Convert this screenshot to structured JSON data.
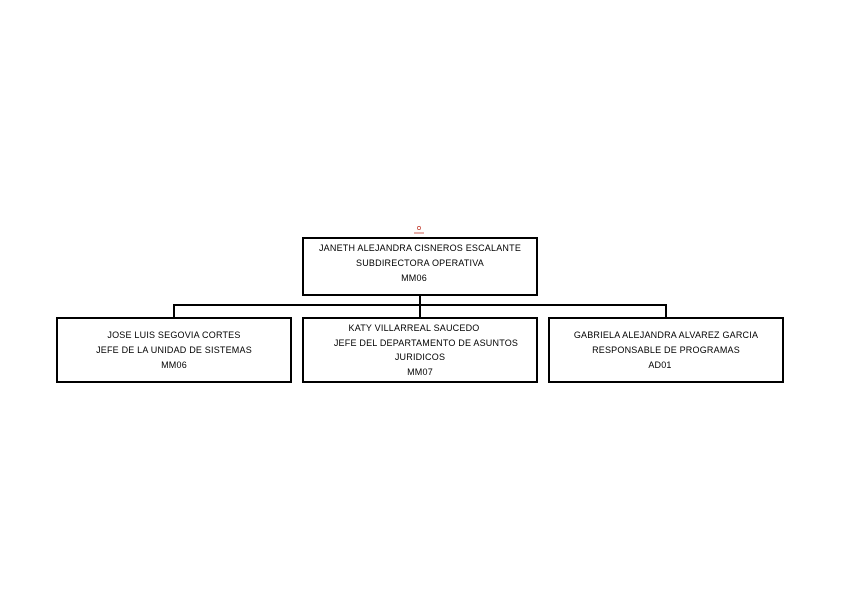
{
  "org_chart": {
    "root": {
      "name": "JANETH ALEJANDRA CISNEROS ESCALANTE",
      "position": "SUBDIRECTORA OPERATIVA",
      "level": "MM06"
    },
    "children": [
      {
        "name": "JOSE LUIS SEGOVIA CORTES",
        "position": "JEFE DE LA UNIDAD DE SISTEMAS",
        "level": "MM06"
      },
      {
        "name": "KATY VILLARREAL SAUCEDO",
        "position_line1": "JEFE DEL DEPARTAMENTO DE ASUNTOS",
        "position_line2": "JURIDICOS",
        "level": "MM07"
      },
      {
        "name": "GABRIELA ALEJANDRA ALVAREZ GARCIA",
        "position": "RESPONSABLE DE PROGRAMAS",
        "level": "AD01"
      }
    ],
    "colors": {
      "line": "#000000",
      "box_fill": "#ffffff",
      "mark": "#c0392b"
    },
    "mark_icon": "small-red-logo-icon"
  }
}
